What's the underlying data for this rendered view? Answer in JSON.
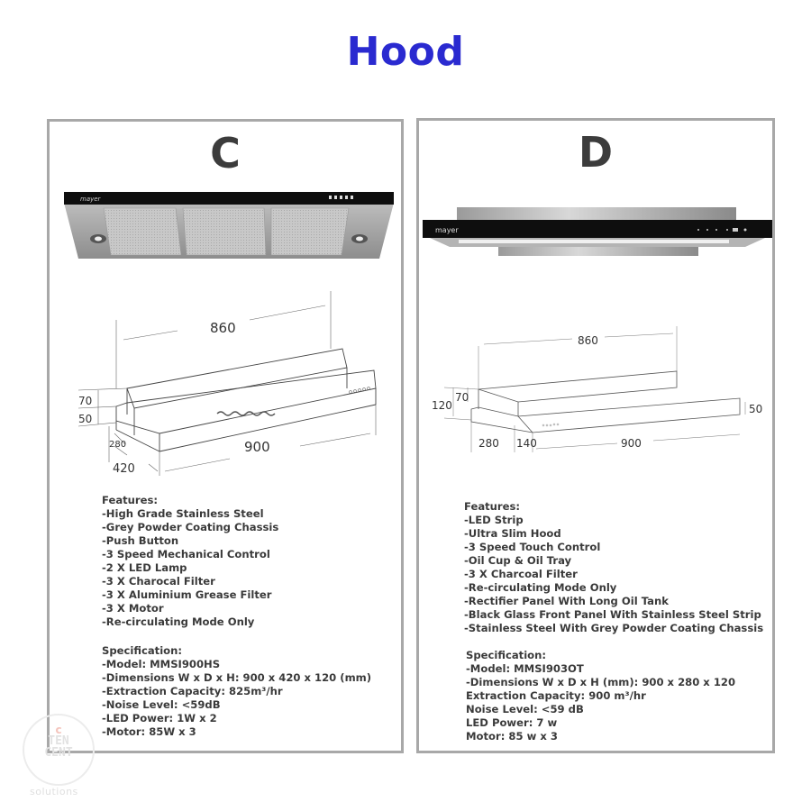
{
  "page": {
    "title": "Hood",
    "title_color": "#2a2ad0"
  },
  "panels": [
    {
      "letter": "C",
      "photo": {
        "brand": "mayer",
        "icon": "range-hood-photo"
      },
      "diagram": {
        "width_top": "860",
        "width_bottom": "900",
        "height_upper": "70",
        "height_lower": "50",
        "depth_inner": "280",
        "depth_outer": "420"
      },
      "features_heading": "Features:",
      "features": [
        "-High Grade Stainless Steel",
        "-Grey Powder Coating Chassis",
        "-Push Button",
        "-3 Speed Mechanical Control",
        "-2 X LED Lamp",
        "-3 X Charocal Filter",
        "-3 X Aluminium Grease Filter",
        "-3 X Motor",
        "-Re-circulating Mode Only"
      ],
      "spec_heading": "Specification:",
      "specs": [
        "-Model: MMSI900HS",
        "-Dimensions W x D x H: 900 x 420 x 120 (mm)",
        "-Extraction Capacity: 825m³/hr",
        "-Noise Level: <59dB",
        "-LED Power: 1W x 2",
        "-Motor: 85W x 3"
      ]
    },
    {
      "letter": "D",
      "photo": {
        "brand": "mayer",
        "icon": "slim-hood-photo"
      },
      "diagram": {
        "width_top": "860",
        "width_bottom": "900",
        "height_total": "120",
        "height_upper": "70",
        "height_lower": "50",
        "depth_inner": "280",
        "depth_extra": "140"
      },
      "features_heading": "Features:",
      "features": [
        "-LED Strip",
        "-Ultra Slim Hood",
        "-3 Speed Touch Control",
        "-Oil Cup & Oil Tray",
        "-3 X Charcoal Filter",
        "-Re-circulating Mode Only",
        "-Rectifier Panel With Long Oil Tank",
        "-Black Glass Front Panel With Stainless Steel Strip",
        "-Stainless Steel With Grey Powder Coating Chassis"
      ],
      "spec_heading": "Specification:",
      "specs": [
        "-Model: MMSI903OT",
        "-Dimensions W x D x H (mm): 900 x 280 x 120",
        "Extraction Capacity: 900 m³/hr",
        "Noise Level: <59 dB",
        "LED Power: 7 w",
        "Motor: 85 w x 3"
      ]
    }
  ],
  "watermark": {
    "line1": "TEN",
    "line2": "CENT",
    "sub": "solutions"
  }
}
